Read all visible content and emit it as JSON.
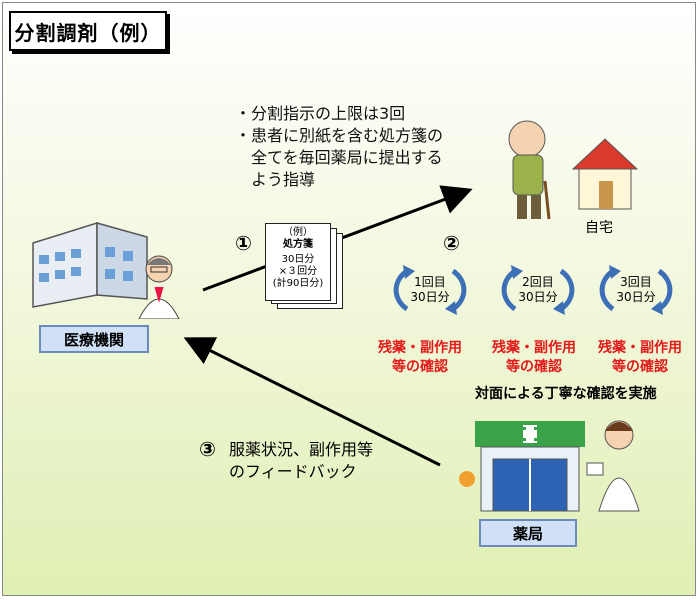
{
  "title": "分割調剤（例）",
  "bullets": [
    "・分割指示の上限は3回",
    "・患者に別紙を含む処方箋の",
    "　全てを毎回薬局に提出する",
    "　よう指導"
  ],
  "nodes": {
    "hospital": "医療機関",
    "home": "自宅",
    "pharmacy": "薬局"
  },
  "steps": {
    "step1": "①",
    "step2": "②",
    "step3": "③"
  },
  "prescription": {
    "example": "（例）",
    "name": "処方箋",
    "line1": "30日分",
    "line2": "×３回分",
    "line3": "(計90日分)"
  },
  "cycles": [
    {
      "count": "1回目",
      "days": "30日分",
      "check_line1": "残薬・副作用",
      "check_line2": "等の確認"
    },
    {
      "count": "2回目",
      "days": "30日分",
      "check_line1": "残薬・副作用",
      "check_line2": "等の確認"
    },
    {
      "count": "3回目",
      "days": "30日分",
      "check_line1": "残薬・副作用",
      "check_line2": "等の確認"
    }
  ],
  "face_to_face": "対面による丁寧な確認を実施",
  "feedback": {
    "line1": "服薬状況、副作用等",
    "line2": "のフィードバック"
  },
  "colors": {
    "check_text": "#e41a1a",
    "cycle_arrow": "#3d6fb6",
    "label_fill": "#cfe0f7",
    "background": "#e0efb4"
  }
}
